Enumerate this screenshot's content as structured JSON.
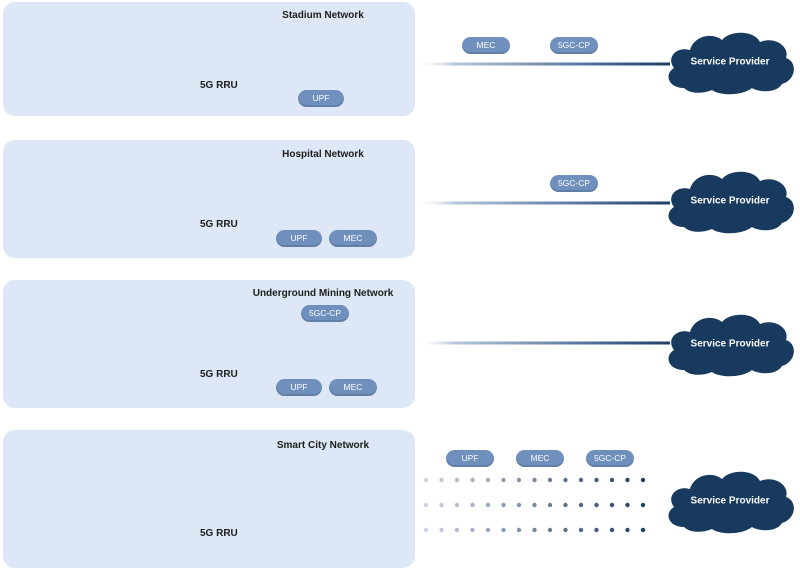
{
  "colors": {
    "panel": "#dde7f5",
    "pill": "#6f90bd",
    "cloud": "#173a5e",
    "link": "#2b4d72",
    "rru_accent": "#c6203f"
  },
  "icons": [
    "stadium-icon",
    "hospital-icon",
    "mining-icon",
    "smart-city-icon",
    "rru-icon",
    "switch-icon",
    "cloud-icon"
  ],
  "rows": [
    {
      "title": "Stadium Network",
      "rru": "5G RRU",
      "local_pills": [
        "UPF"
      ],
      "link_pills": [
        "MEC",
        "5GC-CP"
      ],
      "provider": "Service Provider"
    },
    {
      "title": "Hospital Network",
      "rru": "5G RRU",
      "local_pills": [
        "UPF",
        "MEC"
      ],
      "link_pills": [
        "5GC-CP"
      ],
      "provider": "Service Provider"
    },
    {
      "title": "Underground Mining Network",
      "rru": "5G RRU",
      "local_pills": [
        "5GC-CP",
        "UPF",
        "MEC"
      ],
      "link_pills": [],
      "provider": "Service Provider"
    },
    {
      "title": "Smart City Network",
      "rru": "5G RRU",
      "local_pills": [],
      "link_pills": [
        "UPF",
        "MEC",
        "5GC-CP"
      ],
      "provider": "Service Provider"
    }
  ]
}
